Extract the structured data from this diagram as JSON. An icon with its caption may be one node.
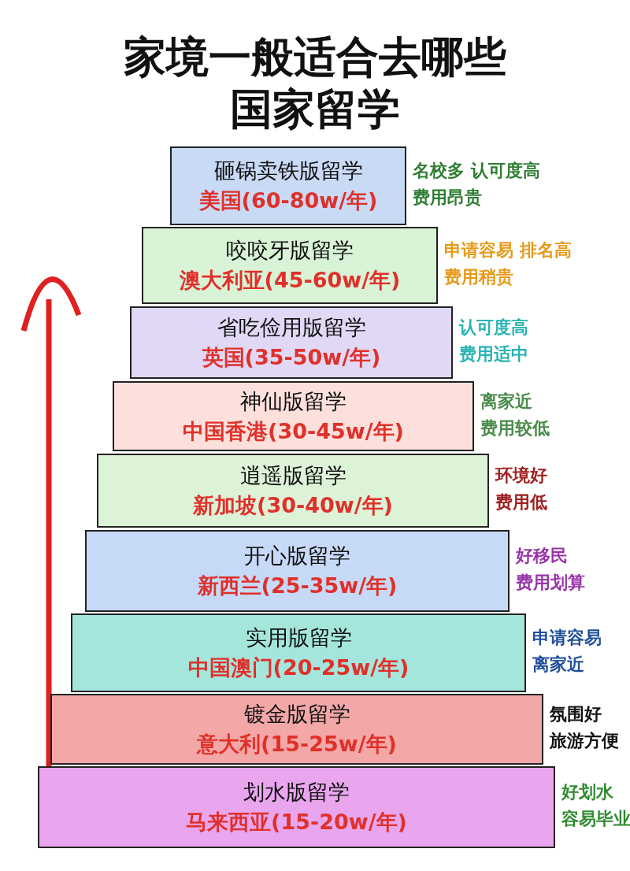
{
  "diagram": {
    "title": "家境一般适合去哪些国家留学",
    "nodes": [
      {
        "text": [
          "砸锅卖铁版留学",
          "美国(60-80w/年)"
        ],
        "beside": [
          "名校多 认可度高",
          "费用昂贵"
        ]
      },
      {
        "text": [
          "咬咬牙版留学",
          "澳大利亚(45-60w/年)"
        ],
        "beside": [
          "申请容易 排名高",
          "费用稍贵"
        ]
      },
      {
        "text": [
          "省吃俭用版留学",
          "英国(35-50w/年)"
        ],
        "beside": [
          "认可度高",
          "费用适中"
        ]
      },
      {
        "text": [
          "神仙版留学",
          "中国香港(30-45w/年)"
        ],
        "beside": [
          "离家近",
          "费用较低"
        ]
      },
      {
        "text": [
          "逍遥版留学",
          "新加坡(30-40w/年)"
        ],
        "beside": [
          "环境好",
          "费用低"
        ]
      },
      {
        "text": [
          "开心版留学",
          "新西兰(25-35w/年)"
        ],
        "beside": [
          "好移民",
          "费用划算"
        ]
      },
      {
        "text": [
          "实用版留学",
          "中国澳门(20-25w/年)"
        ],
        "beside": [
          "申请容易",
          "离家近"
        ]
      },
      {
        "text": [
          "镀金版留学",
          "意大利(15-25w/年)"
        ],
        "beside": [
          "氛围好",
          "旅游方便"
        ]
      },
      {
        "text": [
          "划水版留学",
          "马来西亚(15-20w/年)"
        ],
        "beside": [
          "好划水",
          "容易毕业"
        ]
      }
    ]
  }
}
